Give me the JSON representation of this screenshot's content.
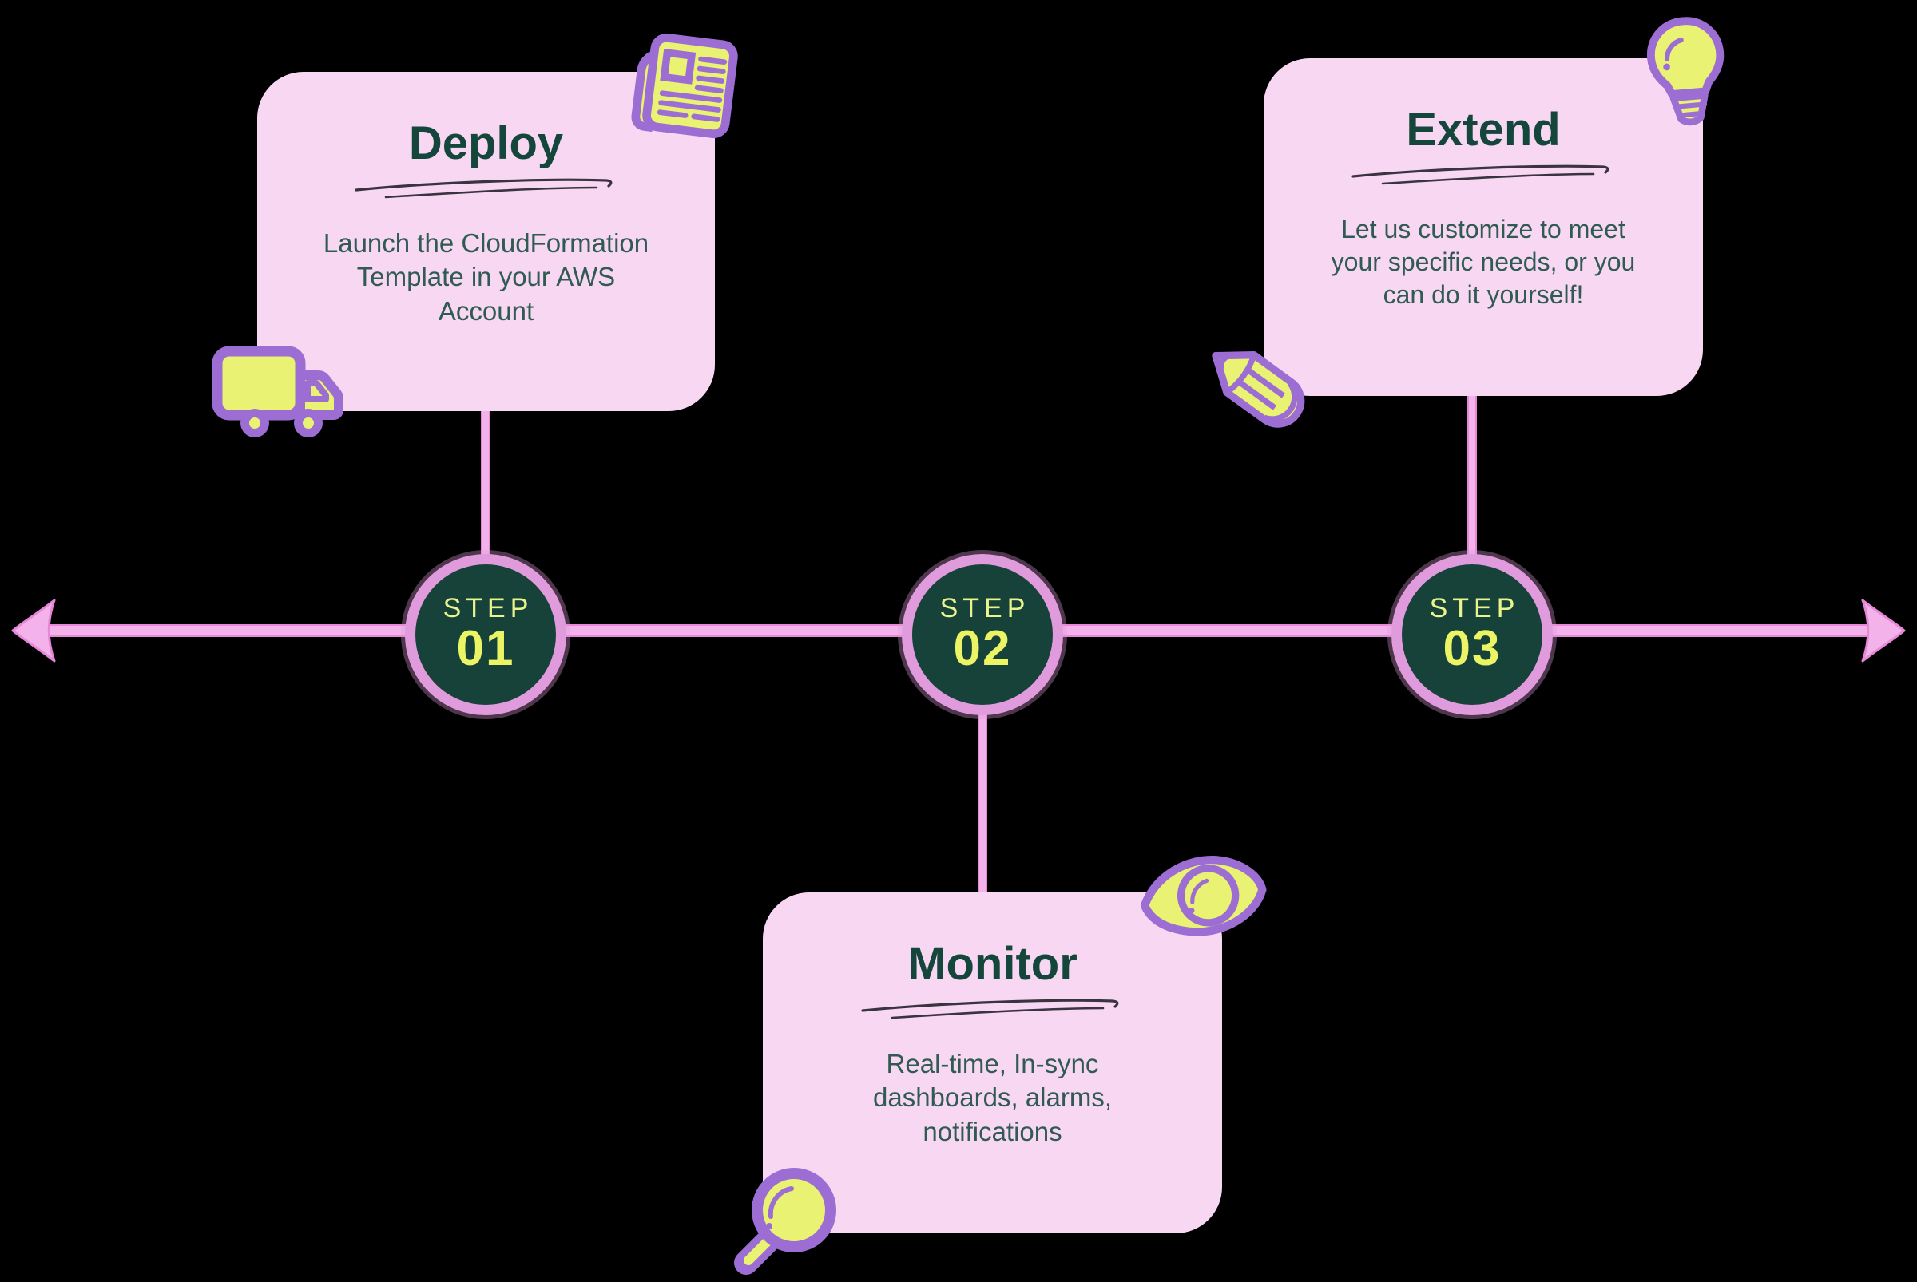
{
  "diagram": {
    "kind": "process-timeline",
    "steps": [
      {
        "step_label": "STEP",
        "step_number": "01",
        "title": "Deploy",
        "body": "Launch the CloudFormation\nTemplate in your AWS\nAccount",
        "icons": [
          "newspaper-icon",
          "truck-icon"
        ]
      },
      {
        "step_label": "STEP",
        "step_number": "02",
        "title": "Monitor",
        "body": "Real-time, In-sync\ndashboards, alarms,\nnotifications",
        "icons": [
          "eye-icon",
          "magnifier-icon"
        ]
      },
      {
        "step_label": "STEP",
        "step_number": "03",
        "title": "Extend",
        "body": "Let us customize to meet\nyour specific needs, or you\ncan do it yourself!",
        "icons": [
          "lightbulb-icon",
          "pencil-icon"
        ]
      }
    ],
    "colors": {
      "background": "#000000",
      "card_pink": "#F8D7F3",
      "title_green": "#14463C",
      "body_teal": "#2F5B52",
      "timeline_pink": "#F3B2EA",
      "timeline_edge_pink": "#E687D8",
      "circle_green": "#17423A",
      "circle_ring_pink": "#E09BDC",
      "step_text_yellow": "#EAF464",
      "icon_yellow": "#E9F272",
      "icon_purple": "#9C6ED3",
      "scribble_dark": "#3A3440"
    }
  }
}
